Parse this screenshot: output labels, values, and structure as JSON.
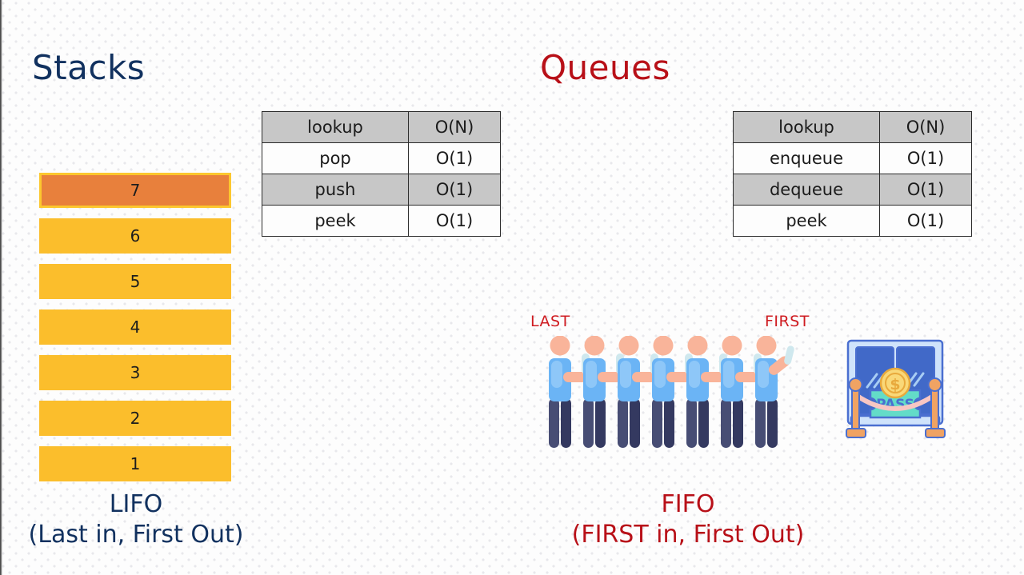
{
  "slide": {
    "background_color": "#fcfcfc",
    "pattern": "dotted-diamond-texture"
  },
  "left_section": {
    "title": "Stacks",
    "title_color": "#11315f",
    "table": {
      "rows": [
        {
          "operation": "lookup",
          "complexity": "O(N)",
          "shaded": true
        },
        {
          "operation": "pop",
          "complexity": "O(1)",
          "shaded": false
        },
        {
          "operation": "push",
          "complexity": "O(1)",
          "shaded": true
        },
        {
          "operation": "peek",
          "complexity": "O(1)",
          "shaded": false
        }
      ]
    },
    "stack": {
      "items": [
        {
          "value": "7",
          "style": "top",
          "fill": "#e8803c",
          "border": "#fcc72e"
        },
        {
          "value": "6",
          "style": "amber",
          "fill": "#fbbe2c"
        },
        {
          "value": "5",
          "style": "amber",
          "fill": "#fbbe2c"
        },
        {
          "value": "4",
          "style": "amber",
          "fill": "#fbbe2c"
        },
        {
          "value": "3",
          "style": "amber",
          "fill": "#fbbe2c"
        },
        {
          "value": "2",
          "style": "amber",
          "fill": "#fbbe2c"
        },
        {
          "value": "1",
          "style": "amber",
          "fill": "#fbbe2c"
        }
      ]
    },
    "caption": "LIFO\n(Last in, First Out)",
    "caption_color": "#11315f"
  },
  "right_section": {
    "title": "Queues",
    "title_color": "#b81018",
    "table": {
      "rows": [
        {
          "operation": "lookup",
          "complexity": "O(N)",
          "shaded": true
        },
        {
          "operation": "enqueue",
          "complexity": "O(1)",
          "shaded": false
        },
        {
          "operation": "dequeue",
          "complexity": "O(1)",
          "shaded": true
        },
        {
          "operation": "peek",
          "complexity": "O(1)",
          "shaded": false
        }
      ]
    },
    "illustration": {
      "label_last": "LAST",
      "label_first": "FIRST",
      "label_color": "#cf1c21",
      "people_count": 7,
      "person_colors": {
        "head": "#f9b49a",
        "shirt": "#6bb4f5",
        "shirt_highlight": "#8ec7f8",
        "arm": "#f9b49a",
        "legs_dark": "#343960",
        "legs_light": "#474d74"
      },
      "booth": {
        "ticket_text": "PASS",
        "coin_symbol": "$",
        "colors": {
          "frame": "#cfe3fb",
          "window": "#4169c8",
          "outline": "#4a6fd0",
          "ticket": "#63dcc8",
          "ticket_text": "#4a6fd0",
          "coin": "#f9d878",
          "coin_ring": "#e8a93c",
          "post": "#f0a363",
          "rope": "#f8c6c3"
        }
      }
    },
    "caption": "FIFO\n(FIRST in, First Out)",
    "caption_color": "#b81018"
  }
}
